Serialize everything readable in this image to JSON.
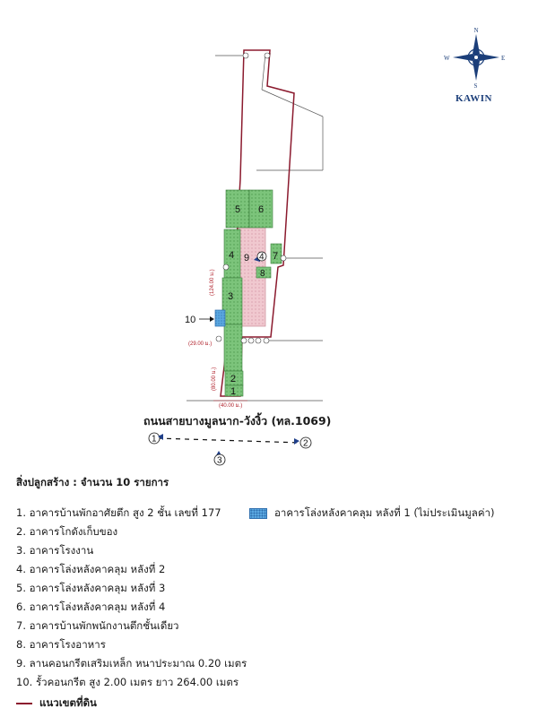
{
  "compass": {
    "n": "N",
    "s": "S",
    "e": "E",
    "w": "W",
    "brand": "KAWIN",
    "icon": "compass-rose-icon"
  },
  "map": {
    "buildings": [
      {
        "id": "1",
        "label": "1"
      },
      {
        "id": "2",
        "label": "2"
      },
      {
        "id": "3",
        "label": "3"
      },
      {
        "id": "4",
        "label": "4"
      },
      {
        "id": "5",
        "label": "5"
      },
      {
        "id": "6",
        "label": "6"
      },
      {
        "id": "7",
        "label": "7"
      },
      {
        "id": "8",
        "label": "8"
      },
      {
        "id": "9",
        "label": "9"
      }
    ],
    "item10_label": "10",
    "dimensions": {
      "d1": "(124.00 ม.)",
      "d2": "(29.00 ม.)",
      "d3": "(80.00 ม.)",
      "d4": "(40.00 ม.)"
    },
    "photo_points": [
      "1",
      "2",
      "3",
      "4"
    ],
    "road": "ถนนสายบางมูลนาก-วังงิ้ว (ทล.1069)"
  },
  "legend": {
    "title": "สิ่งปลูกสร้าง : จำนวน 10 รายการ",
    "items": [
      "1. อาคารบ้านพักอาศัยตึก สูง 2 ชั้น เลขที่ 177",
      "2. อาคารโกดังเก็บของ",
      "3. อาคารโรงงาน",
      "4. อาคารโล่งหลังคาคลุม หลังที่ 2",
      "5. อาคารโล่งหลังคาคลุม หลังที่ 3",
      "6. อาคารโล่งหลังคาคลุม หลังที่ 4",
      "7. อาคารบ้านพักพนักงานตึกชั้นเดียว",
      "8. อาคารโรงอาหาร",
      "9. ลานคอนกรีตเสริมเหล็ก หนาประมาณ 0.20 เมตร",
      "10. รั้วคอนกรีต สูง 2.00 เมตร ยาว 264.00 เมตร"
    ],
    "note": "อาคารโล่งหลังคาคลุม หลังที่ 1 (ไม่ประเมินมูลค่า)",
    "boundary": "แนวเขตที่ดิน"
  },
  "colors": {
    "building_green": "#7cc47b",
    "concrete_pink": "#f0c8cf",
    "boundary": "#8b1a2e",
    "blue_building": "#5aa7e0",
    "brand": "#1c3f7a"
  }
}
